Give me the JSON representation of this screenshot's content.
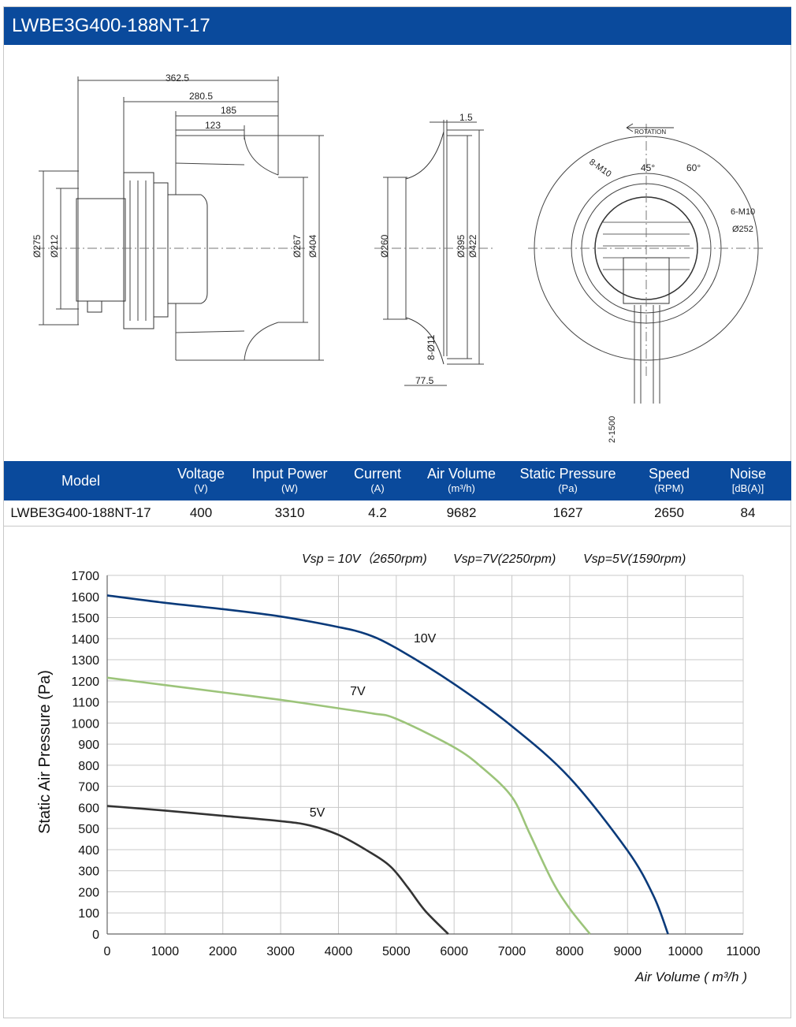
{
  "header": {
    "title": "LWBE3G400-188NT-17"
  },
  "drawing": {
    "dims_side": [
      "362.5",
      "280.5",
      "185",
      "123"
    ],
    "dia_side": [
      "Ø275",
      "Ø212",
      "Ø267",
      "Ø404"
    ],
    "inlet_top": "1.5",
    "inlet_dia": [
      "Ø260",
      "Ø395",
      "Ø422"
    ],
    "inlet_holes": "8-Ø11",
    "inlet_bottom": "77.5",
    "rotation": "ROTATION",
    "front_labels": [
      "8-M10",
      "45°",
      "60°",
      "6-M10",
      "Ø252"
    ],
    "cable": "2-1500"
  },
  "spec": {
    "columns": [
      {
        "label": "Model",
        "unit": ""
      },
      {
        "label": "Voltage",
        "unit": "(V)"
      },
      {
        "label": "Input Power",
        "unit": "(W)"
      },
      {
        "label": "Current",
        "unit": "(A)"
      },
      {
        "label": "Air Volume",
        "unit": "(m³/h)"
      },
      {
        "label": "Static Pressure",
        "unit": "(Pa)"
      },
      {
        "label": "Speed",
        "unit": "(RPM)"
      },
      {
        "label": "Noise",
        "unit": "[dB(A)]"
      }
    ],
    "row": [
      "LWBE3G400-188NT-17",
      "400",
      "3310",
      "4.2",
      "9682",
      "1627",
      "2650",
      "84"
    ]
  },
  "chart_data": {
    "type": "line",
    "title": "",
    "legend_text": [
      "Vsp = 10V（2650rpm)",
      "Vsp=7V(2250rpm)",
      "Vsp=5V(1590rpm)"
    ],
    "xlabel": "Air Volume ( m³/h )",
    "ylabel": "Static Air Pressure  (Pa)",
    "xlim": [
      0,
      11000
    ],
    "ylim": [
      0,
      1700
    ],
    "xticks": [
      0,
      1000,
      2000,
      3000,
      4000,
      5000,
      6000,
      7000,
      8000,
      9000,
      10000,
      11000
    ],
    "yticks": [
      0,
      100,
      200,
      300,
      400,
      500,
      600,
      700,
      800,
      900,
      1000,
      1100,
      1200,
      1300,
      1400,
      1500,
      1600,
      1700
    ],
    "grid": true,
    "series": [
      {
        "name": "10V",
        "color": "#0a3a7a",
        "points": [
          [
            0,
            1605
          ],
          [
            1000,
            1570
          ],
          [
            2000,
            1540
          ],
          [
            3000,
            1505
          ],
          [
            4000,
            1455
          ],
          [
            4500,
            1420
          ],
          [
            5000,
            1355
          ],
          [
            6000,
            1185
          ],
          [
            7000,
            985
          ],
          [
            8000,
            740
          ],
          [
            9000,
            395
          ],
          [
            9450,
            180
          ],
          [
            9700,
            0
          ]
        ]
      },
      {
        "name": "7V",
        "color": "#9cc47a",
        "points": [
          [
            0,
            1215
          ],
          [
            1000,
            1180
          ],
          [
            2000,
            1145
          ],
          [
            3000,
            1110
          ],
          [
            4000,
            1070
          ],
          [
            4600,
            1045
          ],
          [
            5000,
            1020
          ],
          [
            6000,
            885
          ],
          [
            6500,
            785
          ],
          [
            7000,
            650
          ],
          [
            7300,
            480
          ],
          [
            7700,
            250
          ],
          [
            8000,
            120
          ],
          [
            8350,
            0
          ]
        ]
      },
      {
        "name": "5V",
        "color": "#333333",
        "points": [
          [
            0,
            607
          ],
          [
            1000,
            585
          ],
          [
            2000,
            560
          ],
          [
            3000,
            535
          ],
          [
            3500,
            515
          ],
          [
            4000,
            470
          ],
          [
            4500,
            395
          ],
          [
            4900,
            320
          ],
          [
            5200,
            220
          ],
          [
            5500,
            110
          ],
          [
            5900,
            0
          ]
        ]
      }
    ]
  }
}
